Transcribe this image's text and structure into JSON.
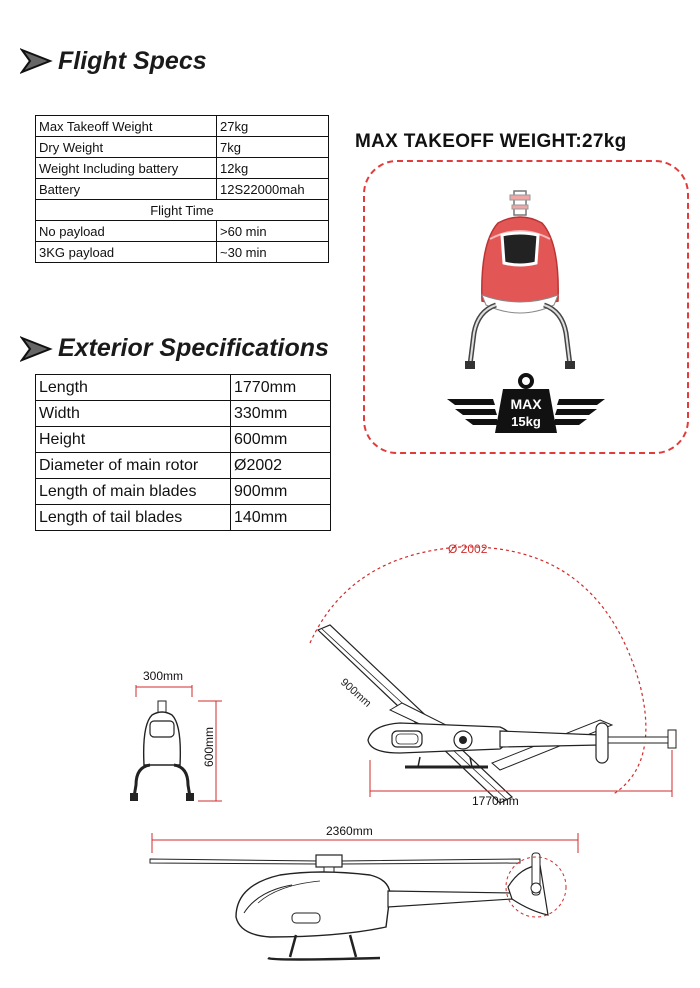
{
  "flight_specs": {
    "title": "Flight Specs",
    "rows": [
      {
        "label": "Max Takeoff Weight",
        "value": "27kg"
      },
      {
        "label": "Dry Weight",
        "value": "7kg"
      },
      {
        "label": "Weight Including battery",
        "value": "12kg"
      },
      {
        "label": "Battery",
        "value": "12S22000mah"
      }
    ],
    "flight_time_header": "Flight Time",
    "time_rows": [
      {
        "label": "No payload",
        "value": ">60 min"
      },
      {
        "label": "3KG payload",
        "value": "~30 min"
      }
    ]
  },
  "max_takeoff": {
    "title": "MAX TAKEOFF WEIGHT:27kg",
    "badge_line1": "MAX",
    "badge_line2": "15kg",
    "accent_color": "#e23b3b"
  },
  "exterior": {
    "title": "Exterior Specifications",
    "rows": [
      {
        "label": "Length",
        "value": "1770mm"
      },
      {
        "label": "Width",
        "value": "330mm"
      },
      {
        "label": "Height",
        "value": "600mm"
      },
      {
        "label": "Diameter of main rotor",
        "value": "Ø2002"
      },
      {
        "label": "Length of main blades",
        "value": "900mm"
      },
      {
        "label": "Length of tail blades",
        "value": "140mm"
      }
    ]
  },
  "diagram": {
    "rotor_diameter": "Ø 2002",
    "blade_length": "900mm",
    "body_length": "1770mm",
    "front_width": "300mm",
    "front_height": "600mm",
    "total_length": "2360mm",
    "dimension_color": "#d22b2b"
  }
}
